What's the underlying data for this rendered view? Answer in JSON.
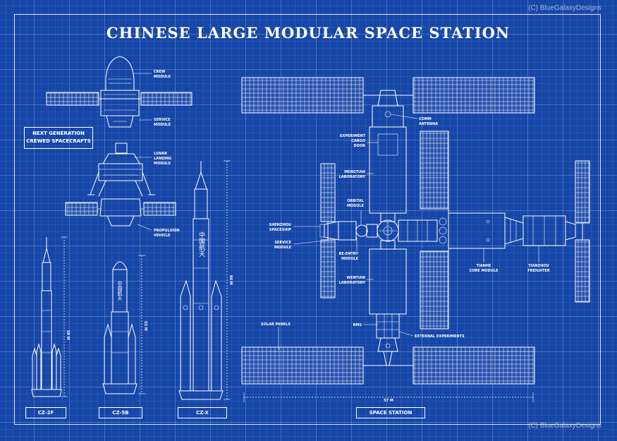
{
  "title": "CHINESE LARGE MODULAR SPACE STATION",
  "watermark": "(C) BlueGalaxyDesigns",
  "subtitle_box": {
    "line1": "NEXT GENERATION",
    "line2": "CREWED SPACECRAFTS"
  },
  "rocket_labels": {
    "cz2f": "CZ-2F",
    "cz5b": "CZ-5B",
    "czx": "CZ-X",
    "station": "SPACE STATION"
  },
  "dimensions": {
    "cz2f": "58 M",
    "cz5b": "53 M",
    "czx": "86 M",
    "station": "57 M"
  },
  "craft_labels": {
    "crew_module": [
      "CREW",
      "MODULE"
    ],
    "service_module": [
      "SERVICE",
      "MODULE"
    ],
    "lunar_landing_module": [
      "LUNAR",
      "LANDING",
      "MODULE"
    ],
    "propulsion_vehicle": [
      "PROPULSION",
      "VEHICLE"
    ]
  },
  "station_labels": {
    "comm_antenna": [
      "COMM",
      "ANTENNA"
    ],
    "experiment_cargo_door": [
      "EXPERIMENT",
      "CARGO",
      "DOOR"
    ],
    "mengtian": [
      "MENGTIAN",
      "LABORATORY"
    ],
    "orbital_module": [
      "ORBITAL",
      "MODULE"
    ],
    "shenzhou": [
      "SHENZHOU",
      "SPACESHIP"
    ],
    "service_module": [
      "SERVICE",
      "MODULE"
    ],
    "reentry_module": [
      "RE-ENTRY",
      "MODULE"
    ],
    "wentian": [
      "WENTIAN",
      "LABORATORY"
    ],
    "tianhe": [
      "TIANHE",
      "CORE MODULE"
    ],
    "tianzhou": [
      "TIANZHOU",
      "FREIGHTER"
    ],
    "solar_panels": "SOLAR PANELS",
    "rms": "RMS",
    "external_experiments": "EXTERNAL EXPERIMENTS"
  },
  "rocket_text": {
    "cz5b": "中国航天",
    "czx": "中国航天"
  }
}
